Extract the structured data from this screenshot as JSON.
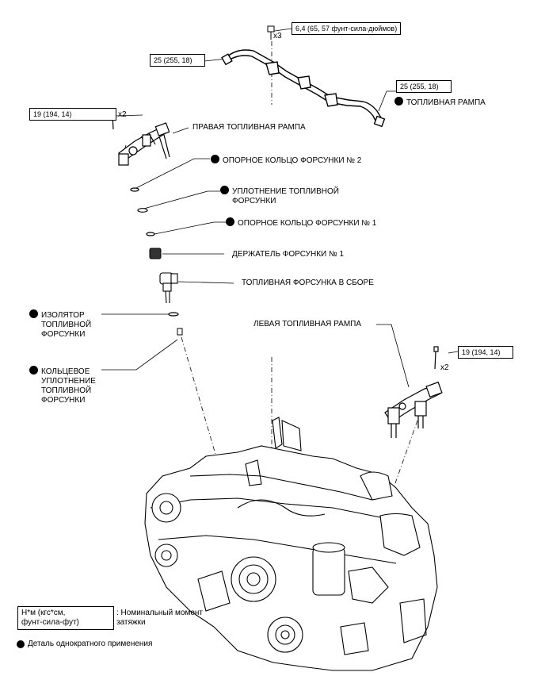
{
  "torque_specs": {
    "top_bolt": "6,4 (65, 57 фунт-сила-дюймов)",
    "rail_left_end": "25 (255, 18)",
    "rail_right_end": "25 (255, 18)",
    "right_rail_bolt": "19 (194, 14)",
    "left_rail_bolt": "19 (194, 14)"
  },
  "multipliers": {
    "top_bolt": "x3",
    "right_rail_bolt": "x2",
    "left_rail_bolt": "x2"
  },
  "labels": {
    "fuel_rail": "ТОПЛИВНАЯ РАМПА",
    "right_fuel_rail": "ПРАВАЯ ТОПЛИВНАЯ РАМПА",
    "backup_ring_2": "ОПОРНОЕ КОЛЬЦО ФОРСУНКИ № 2",
    "injector_seal_line1": "УПЛОТНЕНИЕ ТОПЛИВНОЙ",
    "injector_seal_line2": "ФОРСУНКИ",
    "backup_ring_1": "ОПОРНОЕ КОЛЬЦО ФОРСУНКИ № 1",
    "injector_holder_1": "ДЕРЖАТЕЛЬ ФОРСУНКИ № 1",
    "injector_assy": "ТОПЛИВНАЯ ФОРСУНКА В СБОРЕ",
    "insulator_line1": "ИЗОЛЯТОР",
    "insulator_line2": "ТОПЛИВНОЙ",
    "insulator_line3": "ФОРСУНКИ",
    "left_fuel_rail": "ЛЕВАЯ ТОПЛИВНАЯ РАМПА",
    "oring_line1": "КОЛЬЦЕВОЕ",
    "oring_line2": "УПЛОТНЕНИЕ",
    "oring_line3": "ТОПЛИВНОЙ",
    "oring_line4": "ФОРСУНКИ"
  },
  "legend": {
    "unit_line1": "Н*м (кгс*см,",
    "unit_line2": "фунт-сила-фут)",
    "unit_desc_line1": ": Номинальный момент",
    "unit_desc_line2": "затяжки",
    "non_reusable": "Деталь однократного применения"
  }
}
